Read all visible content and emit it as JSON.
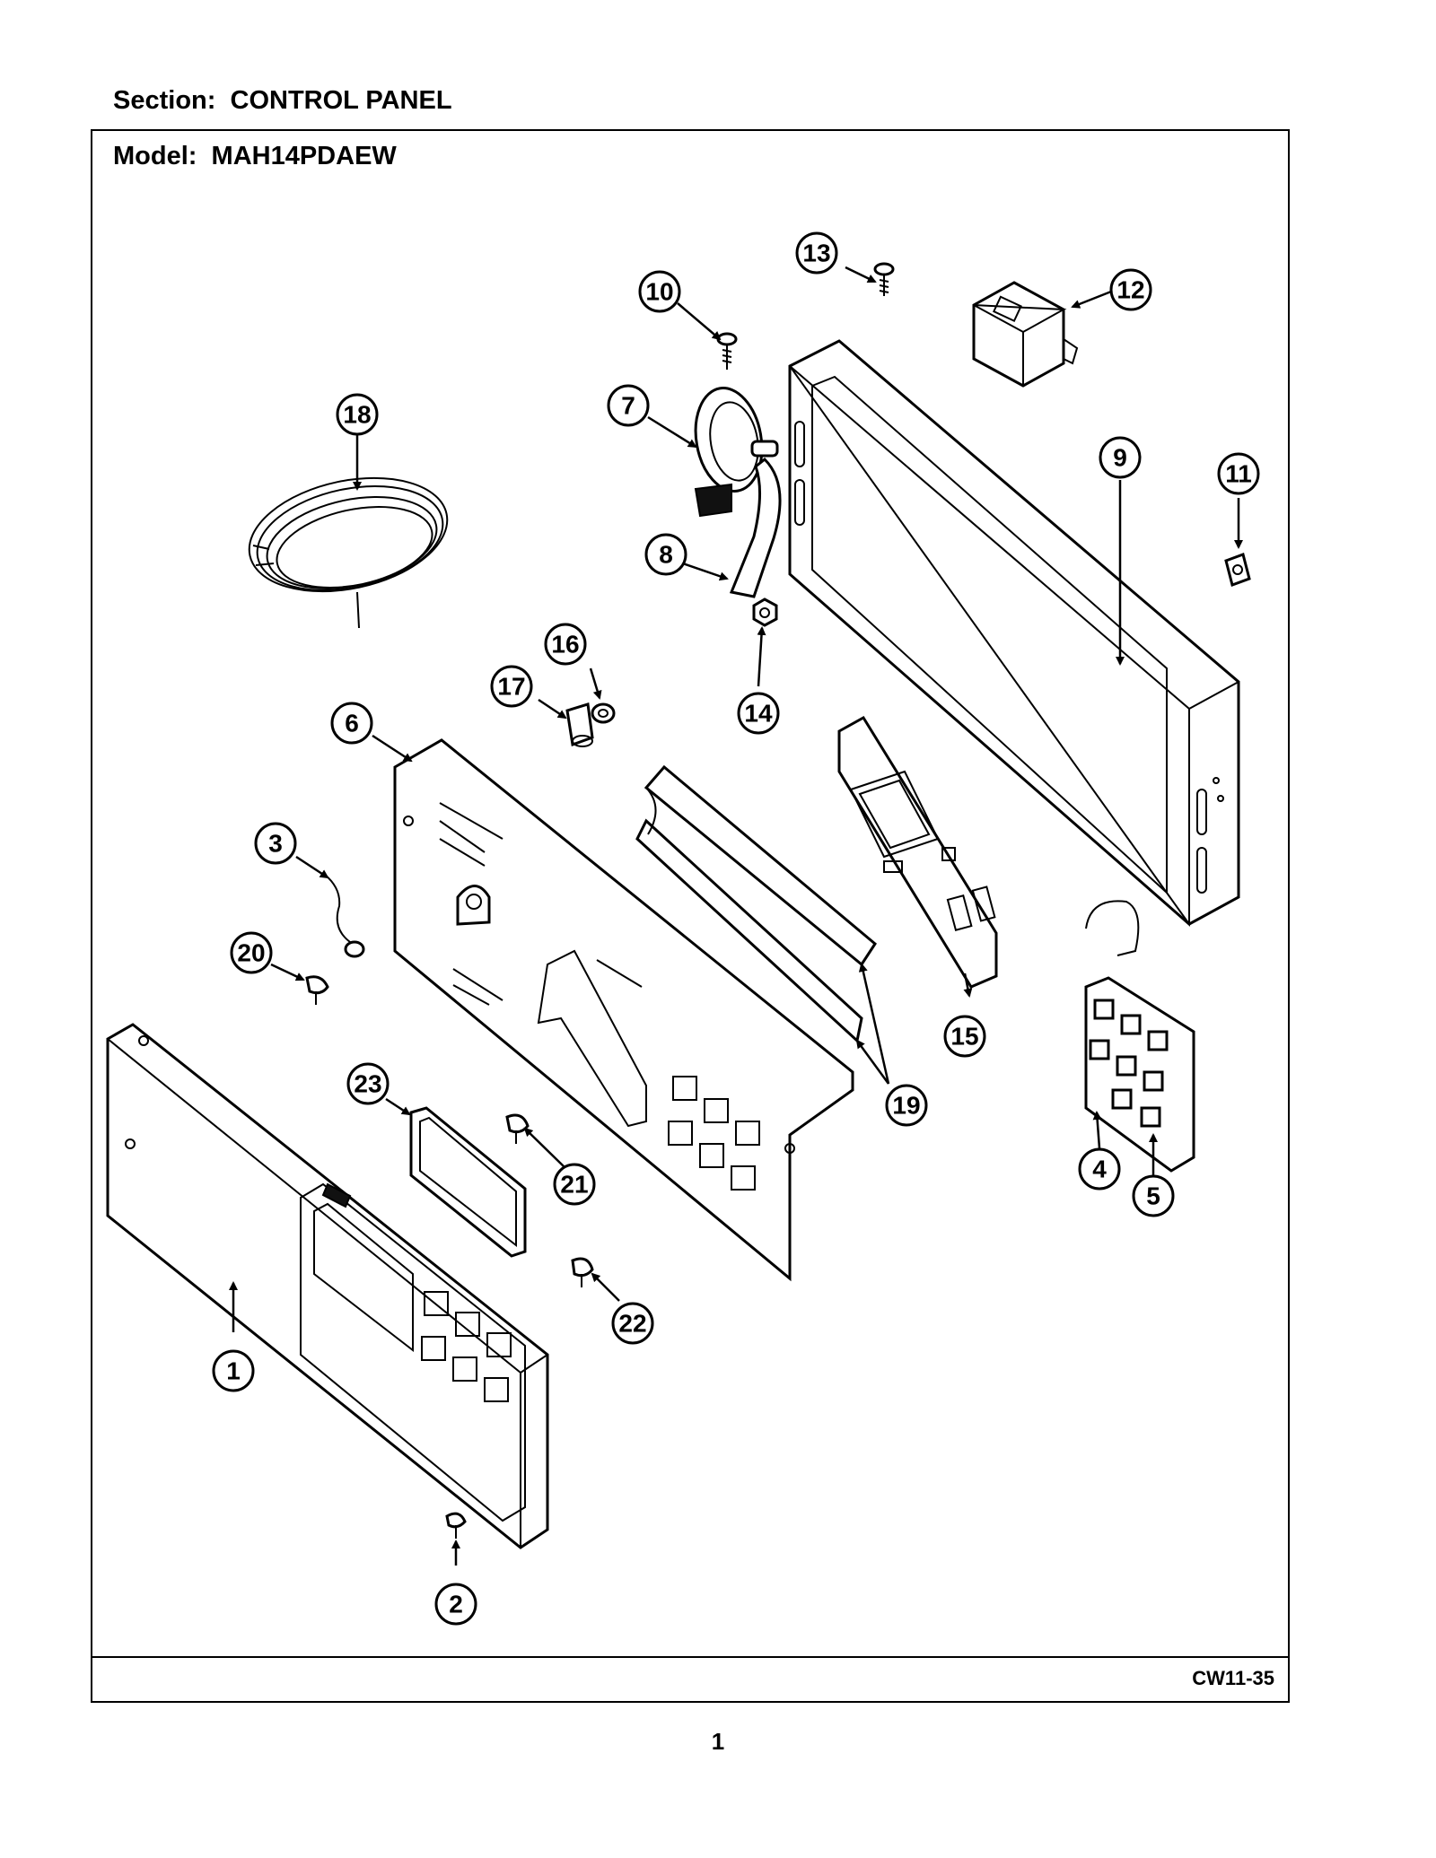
{
  "header": {
    "section_label": "Section:  CONTROL PANEL",
    "model_label": "Model:  MAH14PDAEW"
  },
  "footer": {
    "code": "CW11-35",
    "page": "1"
  },
  "callouts": [
    {
      "num": "1"
    },
    {
      "num": "2"
    },
    {
      "num": "3"
    },
    {
      "num": "4"
    },
    {
      "num": "5"
    },
    {
      "num": "6"
    },
    {
      "num": "7"
    },
    {
      "num": "8"
    },
    {
      "num": "9"
    },
    {
      "num": "10"
    },
    {
      "num": "11"
    },
    {
      "num": "12"
    },
    {
      "num": "13"
    },
    {
      "num": "14"
    },
    {
      "num": "15"
    },
    {
      "num": "16"
    },
    {
      "num": "17"
    },
    {
      "num": "18"
    },
    {
      "num": "19"
    },
    {
      "num": "19"
    },
    {
      "num": "20"
    },
    {
      "num": "21"
    },
    {
      "num": "22"
    },
    {
      "num": "23"
    }
  ]
}
